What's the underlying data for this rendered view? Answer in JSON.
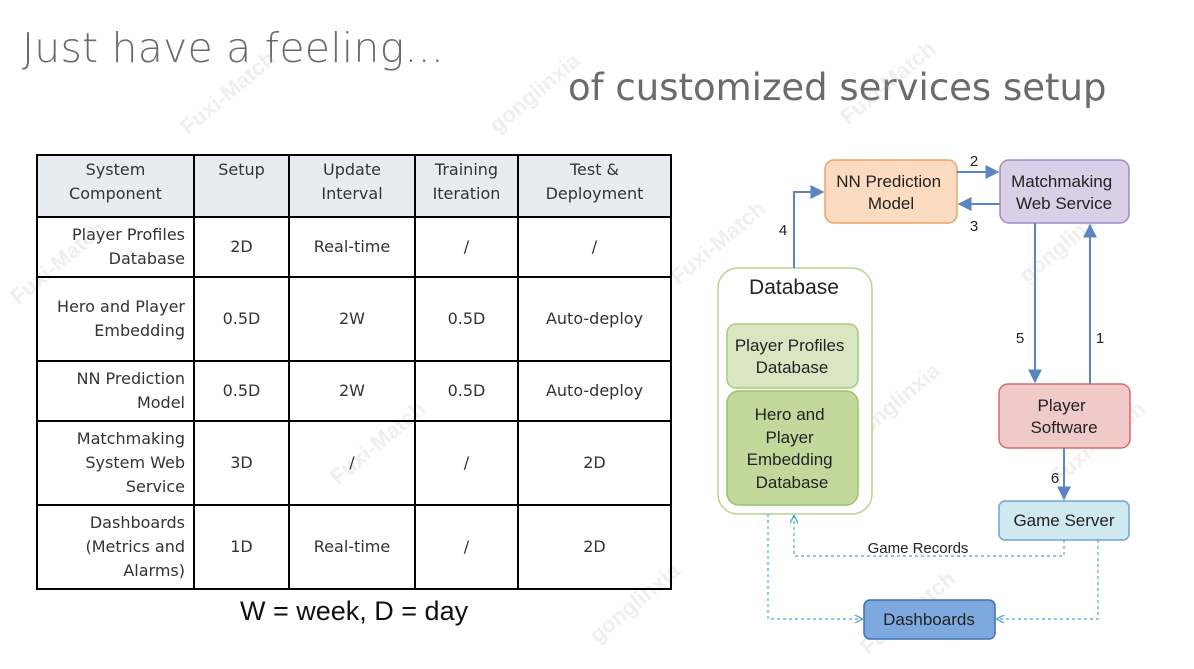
{
  "title": "Just have a feeling...",
  "subtitle": "of customized services setup",
  "watermarks": [
    "Fuxi-Match",
    "gonglinxia",
    "Fuxi-Match",
    "Fuxi-Match",
    "Fuxi-Match",
    "gonglinxia",
    "Fuxi-Match",
    "gonglinxia",
    "Fuxi-Match",
    "gonglinxia",
    "Fuxi-Match"
  ],
  "table": {
    "headers": [
      [
        "System",
        "Component"
      ],
      [
        "Setup"
      ],
      [
        "Update",
        "Interval"
      ],
      [
        "Training",
        "Iteration"
      ],
      [
        "Test &",
        "Deployment"
      ]
    ],
    "rows": [
      {
        "component": [
          "Player Profiles",
          "Database"
        ],
        "setup": "2D",
        "interval": "Real-time",
        "training": "/",
        "deploy": "/"
      },
      {
        "component": [
          "Hero and Player",
          "Embedding"
        ],
        "setup": "0.5D",
        "interval": "2W",
        "training": "0.5D",
        "deploy": "Auto-deploy"
      },
      {
        "component": [
          "NN Prediction",
          "Model"
        ],
        "setup": "0.5D",
        "interval": "2W",
        "training": "0.5D",
        "deploy": "Auto-deploy"
      },
      {
        "component": [
          "Matchmaking",
          "System Web",
          "Service"
        ],
        "setup": "3D",
        "interval": "/",
        "training": "/",
        "deploy": "2D"
      },
      {
        "component": [
          "Dashboards",
          "(Metrics and",
          "Alarms)"
        ],
        "setup": "1D",
        "interval": "Real-time",
        "training": "/",
        "deploy": "2D"
      }
    ]
  },
  "legend_note": "W = week, D = day",
  "diagram": {
    "nodes": {
      "nn_model": {
        "lines": [
          "NN Prediction",
          "Model"
        ],
        "fill": "#fcdcc0",
        "stroke": "#e8a468"
      },
      "matchmaking": {
        "lines": [
          "Matchmaking",
          "Web Service"
        ],
        "fill": "#d9cfe6",
        "stroke": "#a08cc0"
      },
      "database": {
        "lines": [
          "Database"
        ],
        "fill": "#ffffff",
        "stroke": "#b9d48f"
      },
      "player_profiles": {
        "lines": [
          "Player Profiles",
          "Database"
        ],
        "fill": "#d8e7c2",
        "stroke": "#a9c97f"
      },
      "hero_embedding": {
        "lines": [
          "Hero and",
          "Player",
          "Embedding",
          "Database"
        ],
        "fill": "#c3d99c",
        "stroke": "#9cc06a"
      },
      "player_software": {
        "lines": [
          "Player",
          "Software"
        ],
        "fill": "#f0c9c9",
        "stroke": "#d46a6a"
      },
      "game_server": {
        "lines": [
          "Game Server"
        ],
        "fill": "#d0e8f0",
        "stroke": "#6ea5d8"
      },
      "dashboards": {
        "lines": [
          "Dashboards"
        ],
        "fill": "#7ea9df",
        "stroke": "#3f6fb5"
      }
    },
    "edge_labels": {
      "e1": "1",
      "e2": "2",
      "e3": "3",
      "e4": "4",
      "e5": "5",
      "e6": "6",
      "game_records": "Game Records"
    },
    "colors": {
      "solid_arrow": "#5b86c2",
      "dashed_arrow": "#4aa3d9"
    }
  }
}
